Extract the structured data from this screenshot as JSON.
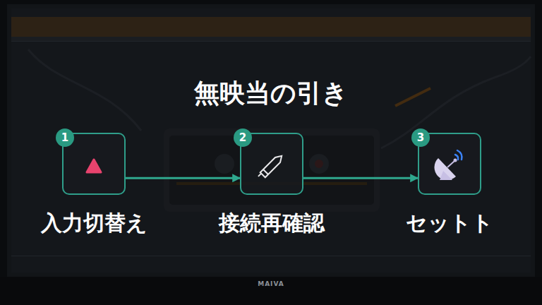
{
  "diagram": {
    "title": "無映当の引き",
    "nodes": [
      {
        "text": [
          "1",
          "入力切替え"
        ]
      },
      {
        "text": [
          "2",
          "接続再確認"
        ]
      },
      {
        "text": [
          "3",
          "セットト"
        ]
      }
    ],
    "edges": [
      {
        "from": 0,
        "to": 1,
        "arrow": "to"
      },
      {
        "from": 1,
        "to": 2,
        "arrow": "to"
      }
    ],
    "labels": [
      "MAIVA"
    ]
  }
}
